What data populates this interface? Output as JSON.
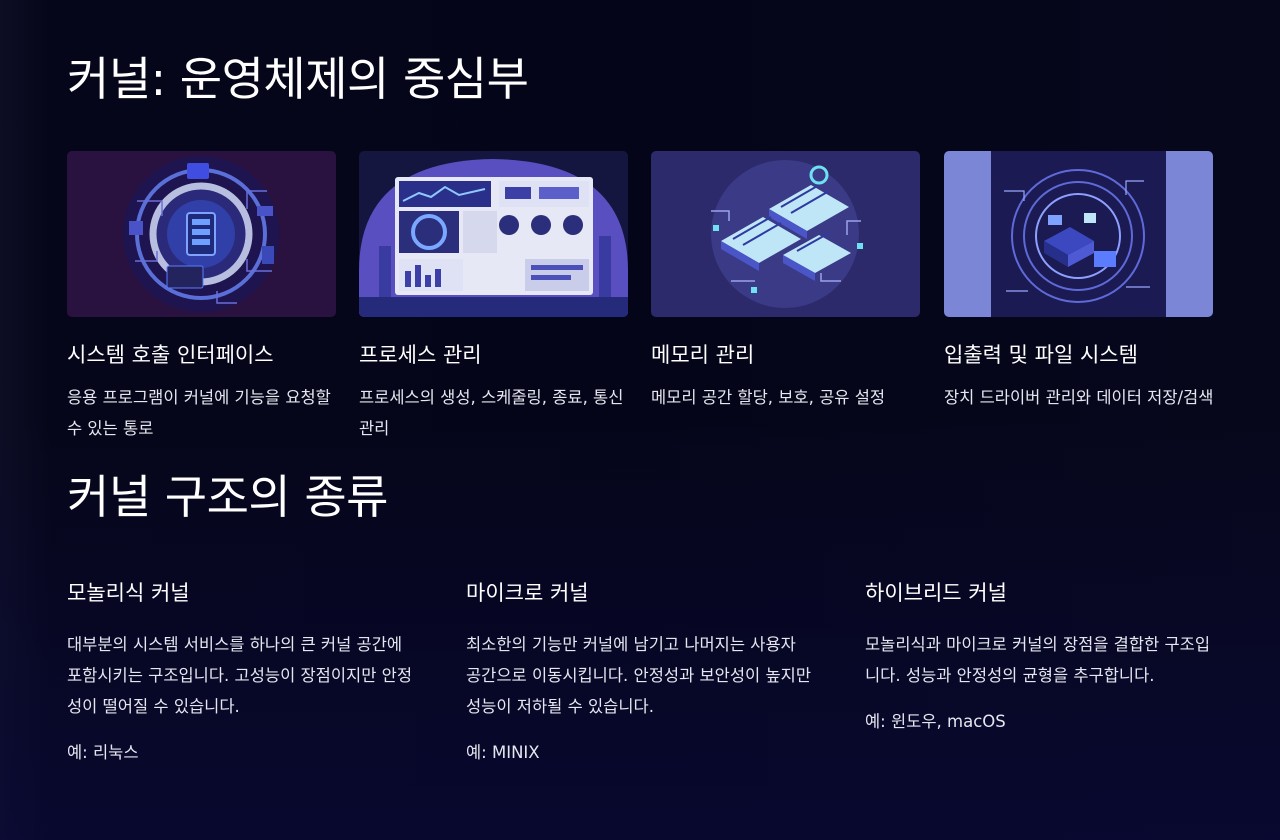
{
  "hero": {
    "title": "커널: 운영체제의 중심부"
  },
  "cards": [
    {
      "image_icon": "cpu-circuit-icon",
      "title": "시스템 호출 인터페이스",
      "description": "응용 프로그램이 커널에 기능을 요청할 수 있는 통로"
    },
    {
      "image_icon": "process-dashboard-icon",
      "title": "프로세스 관리",
      "description": "프로세스의 생성, 스케줄링, 종료, 통신 관리"
    },
    {
      "image_icon": "memory-chips-icon",
      "title": "메모리 관리",
      "description": "메모리 공간 할당, 보호, 공유 설정"
    },
    {
      "image_icon": "file-system-icon",
      "title": "입출력 및 파일 시스템",
      "description": "장치 드라이버 관리와 데이터 저장/검색"
    }
  ],
  "section2": {
    "title": "커널 구조의 종류"
  },
  "kernel_types": [
    {
      "title": "모놀리식 커널",
      "description": "대부분의 시스템 서비스를 하나의 큰 커널 공간에 포함시키는 구조입니다. 고성능이 장점이지만 안정성이 떨어질 수 있습니다.",
      "example": "예: 리눅스"
    },
    {
      "title": "마이크로 커널",
      "description": "최소한의 기능만 커널에 남기고 나머지는 사용자 공간으로 이동시킵니다. 안정성과 보안성이 높지만 성능이 저하될 수 있습니다.",
      "example": "예: MINIX"
    },
    {
      "title": "하이브리드 커널",
      "description": "모놀리식과 마이크로 커널의 장점을 결합한 구조입니다. 성능과 안정성의 균형을 추구합니다.",
      "example": "예: 윈도우, macOS"
    }
  ],
  "colors": {
    "background": "#05051a",
    "card1_bg": "#2a1240",
    "card2_bg": "#1f1a55",
    "card3_bg": "#2c2a6a",
    "card4_bg": "#7b86d6",
    "accent_blue": "#5b7cff",
    "accent_cyan": "#6fe0f0"
  }
}
